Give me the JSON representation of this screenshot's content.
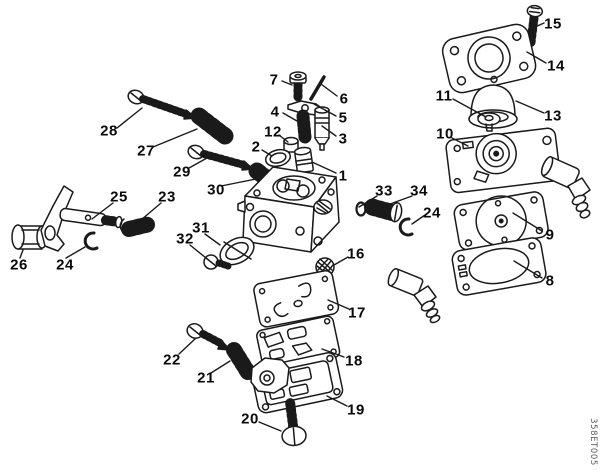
{
  "diagram": {
    "kind": "exploded-parts-diagram",
    "colors": {
      "background": "#ffffff",
      "line": "#1a1a1a",
      "label": "#0a0a0a",
      "watermark": "#5a5a5a"
    },
    "watermark": "358ET005",
    "callouts": [
      {
        "label": "15"
      },
      {
        "label": "14"
      },
      {
        "label": "11"
      },
      {
        "label": "13"
      },
      {
        "label": "10"
      },
      {
        "label": "9"
      },
      {
        "label": "8"
      },
      {
        "label": "7"
      },
      {
        "label": "6"
      },
      {
        "label": "5"
      },
      {
        "label": "4"
      },
      {
        "label": "3"
      },
      {
        "label": "12"
      },
      {
        "label": "2"
      },
      {
        "label": "1"
      },
      {
        "label": "28"
      },
      {
        "label": "27"
      },
      {
        "label": "29"
      },
      {
        "label": "30"
      },
      {
        "label": "25"
      },
      {
        "label": "23"
      },
      {
        "label": "26"
      },
      {
        "label": "24"
      },
      {
        "label": "33"
      },
      {
        "label": "34"
      },
      {
        "label": "24"
      },
      {
        "label": "31"
      },
      {
        "label": "32"
      },
      {
        "label": "16"
      },
      {
        "label": "17"
      },
      {
        "label": "22"
      },
      {
        "label": "21"
      },
      {
        "label": "18"
      },
      {
        "label": "19"
      },
      {
        "label": "20"
      }
    ]
  }
}
